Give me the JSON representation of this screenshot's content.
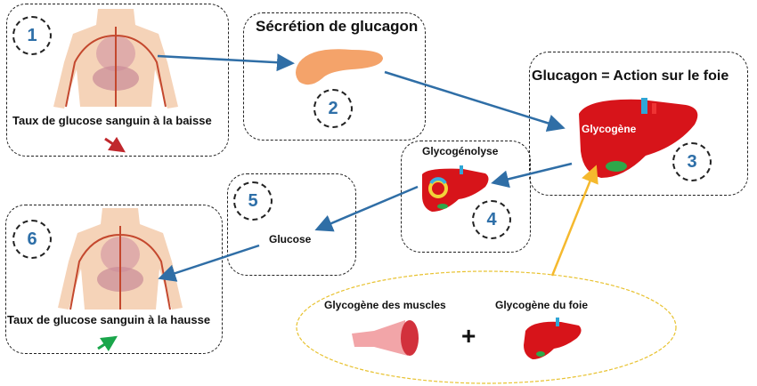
{
  "steps": [
    {
      "number": "1",
      "label": "Taux de glucose sanguin à la baisse"
    },
    {
      "number": "2",
      "title": "Sécrétion de glucagon"
    },
    {
      "number": "3",
      "title": "Glucagon = Action sur le foie",
      "liver_label": "Glycogène"
    },
    {
      "number": "4",
      "title": "Glycogénolyse"
    },
    {
      "number": "5",
      "label": "Glucose"
    },
    {
      "number": "6",
      "label": "Taux de glucose sanguin à la hausse"
    }
  ],
  "sources": {
    "muscle_label": "Glycogène des muscles",
    "plus": "+",
    "liver_label": "Glycogène du foie"
  },
  "colors": {
    "arrow": "#2f6ea6",
    "number": "#2e6fa8",
    "down_arrow": "#c0282d",
    "up_arrow": "#1aa64b",
    "source_arrow": "#f5b92e",
    "liver": "#d7141a",
    "pancreas": "#f4a36a"
  }
}
